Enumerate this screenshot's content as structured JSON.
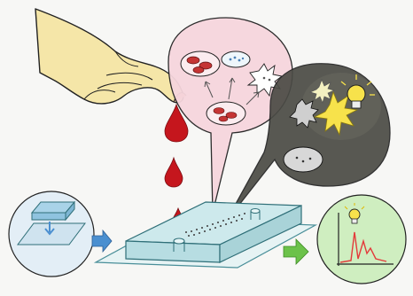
{
  "illustration": {
    "style": "hand-drawn watercolor sketch",
    "subjects": [
      "hand-with-finger-prick",
      "blood-drops",
      "blood-cells-bubble",
      "dark-detection-bubble",
      "lightbulb-icon",
      "microfluidic-chip",
      "fabrication-inset",
      "signal-graph-inset",
      "process-arrows"
    ]
  },
  "colors": {
    "blood": "#c5161d",
    "hand": "#f5e6a8",
    "chip": "#cde9ec",
    "chip_edge": "#4a8f99",
    "arrow_blue": "#4a8fd0",
    "arrow_green": "#6cc24a",
    "bubble_pink": "#f6d6dd",
    "bubble_dark": "#4b4b45",
    "bulb_yellow": "#f7e24b",
    "graph_green": "#cfeec0",
    "graph_line": "#e33b3b"
  }
}
